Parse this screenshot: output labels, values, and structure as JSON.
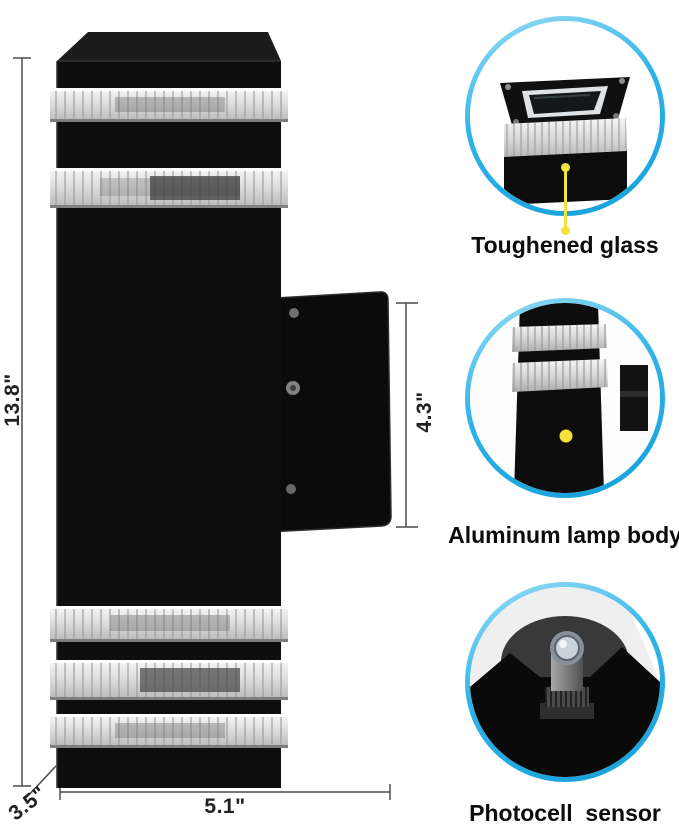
{
  "dimensions": {
    "height": "13.8\"",
    "bracket": "4.3\"",
    "depth": "3.5\"",
    "width": "5.1\""
  },
  "callouts": {
    "toughened_glass": "Toughened glass",
    "aluminum_body": "Aluminum lamp body",
    "photocell": "Photocell  sensor"
  },
  "colors": {
    "accent_cyan": "#2fb4e9",
    "connector_yellow": "#f3e33c",
    "lamp_black": "#0e0e0e"
  }
}
